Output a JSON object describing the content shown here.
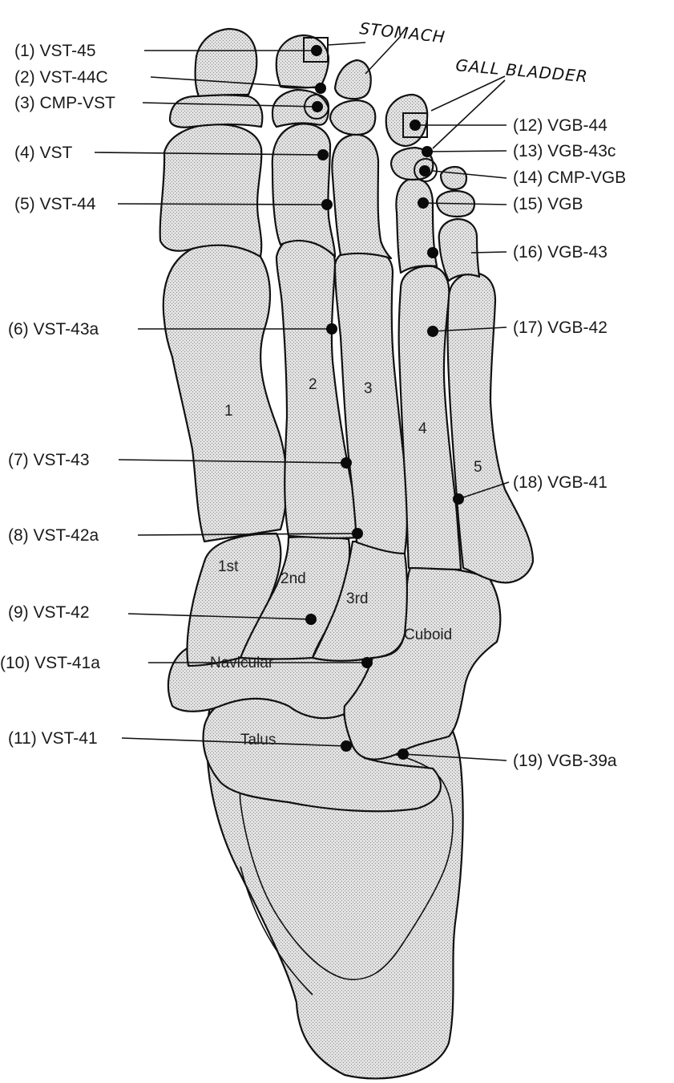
{
  "points": [
    {
      "id": 1,
      "text": "(1) VST-45"
    },
    {
      "id": 2,
      "text": "(2) VST-44C"
    },
    {
      "id": 3,
      "text": "(3) CMP-VST"
    },
    {
      "id": 4,
      "text": "(4) VST"
    },
    {
      "id": 5,
      "text": "(5) VST-44"
    },
    {
      "id": 6,
      "text": "(6) VST-43a"
    },
    {
      "id": 7,
      "text": "(7) VST-43"
    },
    {
      "id": 8,
      "text": "(8) VST-42a"
    },
    {
      "id": 9,
      "text": "(9) VST-42"
    },
    {
      "id": 10,
      "text": "(10) VST-41a"
    },
    {
      "id": 11,
      "text": "(11) VST-41"
    },
    {
      "id": 12,
      "text": "(12) VGB-44"
    },
    {
      "id": 13,
      "text": "(13) VGB-43c"
    },
    {
      "id": 14,
      "text": "(14) CMP-VGB"
    },
    {
      "id": 15,
      "text": "(15) VGB"
    },
    {
      "id": 16,
      "text": "(16) VGB-43"
    },
    {
      "id": 17,
      "text": "(17) VGB-42"
    },
    {
      "id": 18,
      "text": "(18) VGB-41"
    },
    {
      "id": 19,
      "text": "(19) VGB-39a"
    }
  ],
  "handwritten": {
    "stomach": "STOMACH",
    "gall_bladder": "GALL BLADDER"
  },
  "bones": {
    "m1": "1",
    "m2": "2",
    "m3": "3",
    "m4": "4",
    "m5": "5",
    "first": "1st",
    "second": "2nd",
    "third": "3rd",
    "cuboid": "Cuboid",
    "navicular": "Navicular",
    "talus": "Talus"
  },
  "colors": {
    "ink": "#111111",
    "bone_fill": "#d6d6d6"
  }
}
